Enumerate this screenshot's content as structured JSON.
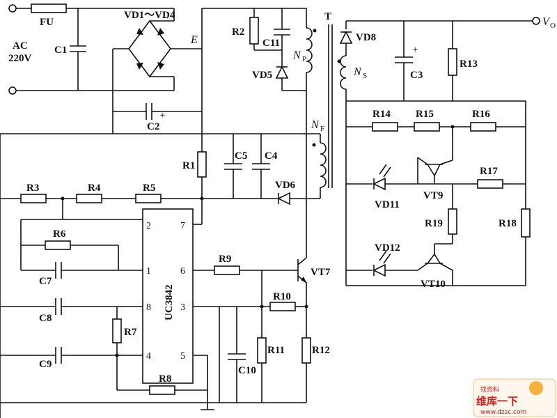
{
  "labels": {
    "fu": "FU",
    "ac": "AC",
    "ac_v": "220V",
    "c1": "C1",
    "vd14": "VD1～VD4",
    "e": "E",
    "c2": "C2",
    "r2": "R2",
    "c11": "C11",
    "vd5": "VD5",
    "t": "T",
    "np": "N",
    "np_sub": "P",
    "nf": "N",
    "nf_sub": "F",
    "ns": "N",
    "ns_sub": "S",
    "vd8": "VD8",
    "v0": "V",
    "v0_sub": "O",
    "c3": "C3",
    "r13": "R13",
    "r1": "R1",
    "c5": "C5",
    "c4": "C4",
    "vd6": "VD6",
    "r3": "R3",
    "r4": "R4",
    "r5": "R5",
    "r6": "R6",
    "c7": "C7",
    "c8": "C8",
    "c9": "C9",
    "r7": "R7",
    "r8": "R8",
    "r9": "R9",
    "r10": "R10",
    "r11": "R11",
    "r12": "R12",
    "c10": "C10",
    "vt7": "VT7",
    "ic": "UC3842",
    "r14": "R14",
    "r15": "R15",
    "r16": "R16",
    "r17": "R17",
    "r18": "R18",
    "r19": "R19",
    "vd11": "VD11",
    "vd12": "VD12",
    "vt9": "VT9",
    "vt10": "VT10",
    "plus_c2": "+",
    "plus_c3": "+"
  },
  "pins": {
    "p2": "2",
    "p7": "7",
    "p1": "1",
    "p6": "6",
    "p8": "8",
    "p3": "3",
    "p4": "4",
    "p5": "5"
  },
  "watermark": {
    "brand": "维库一下",
    "url": "www.dzsc.com",
    "sticker": "找资料"
  }
}
